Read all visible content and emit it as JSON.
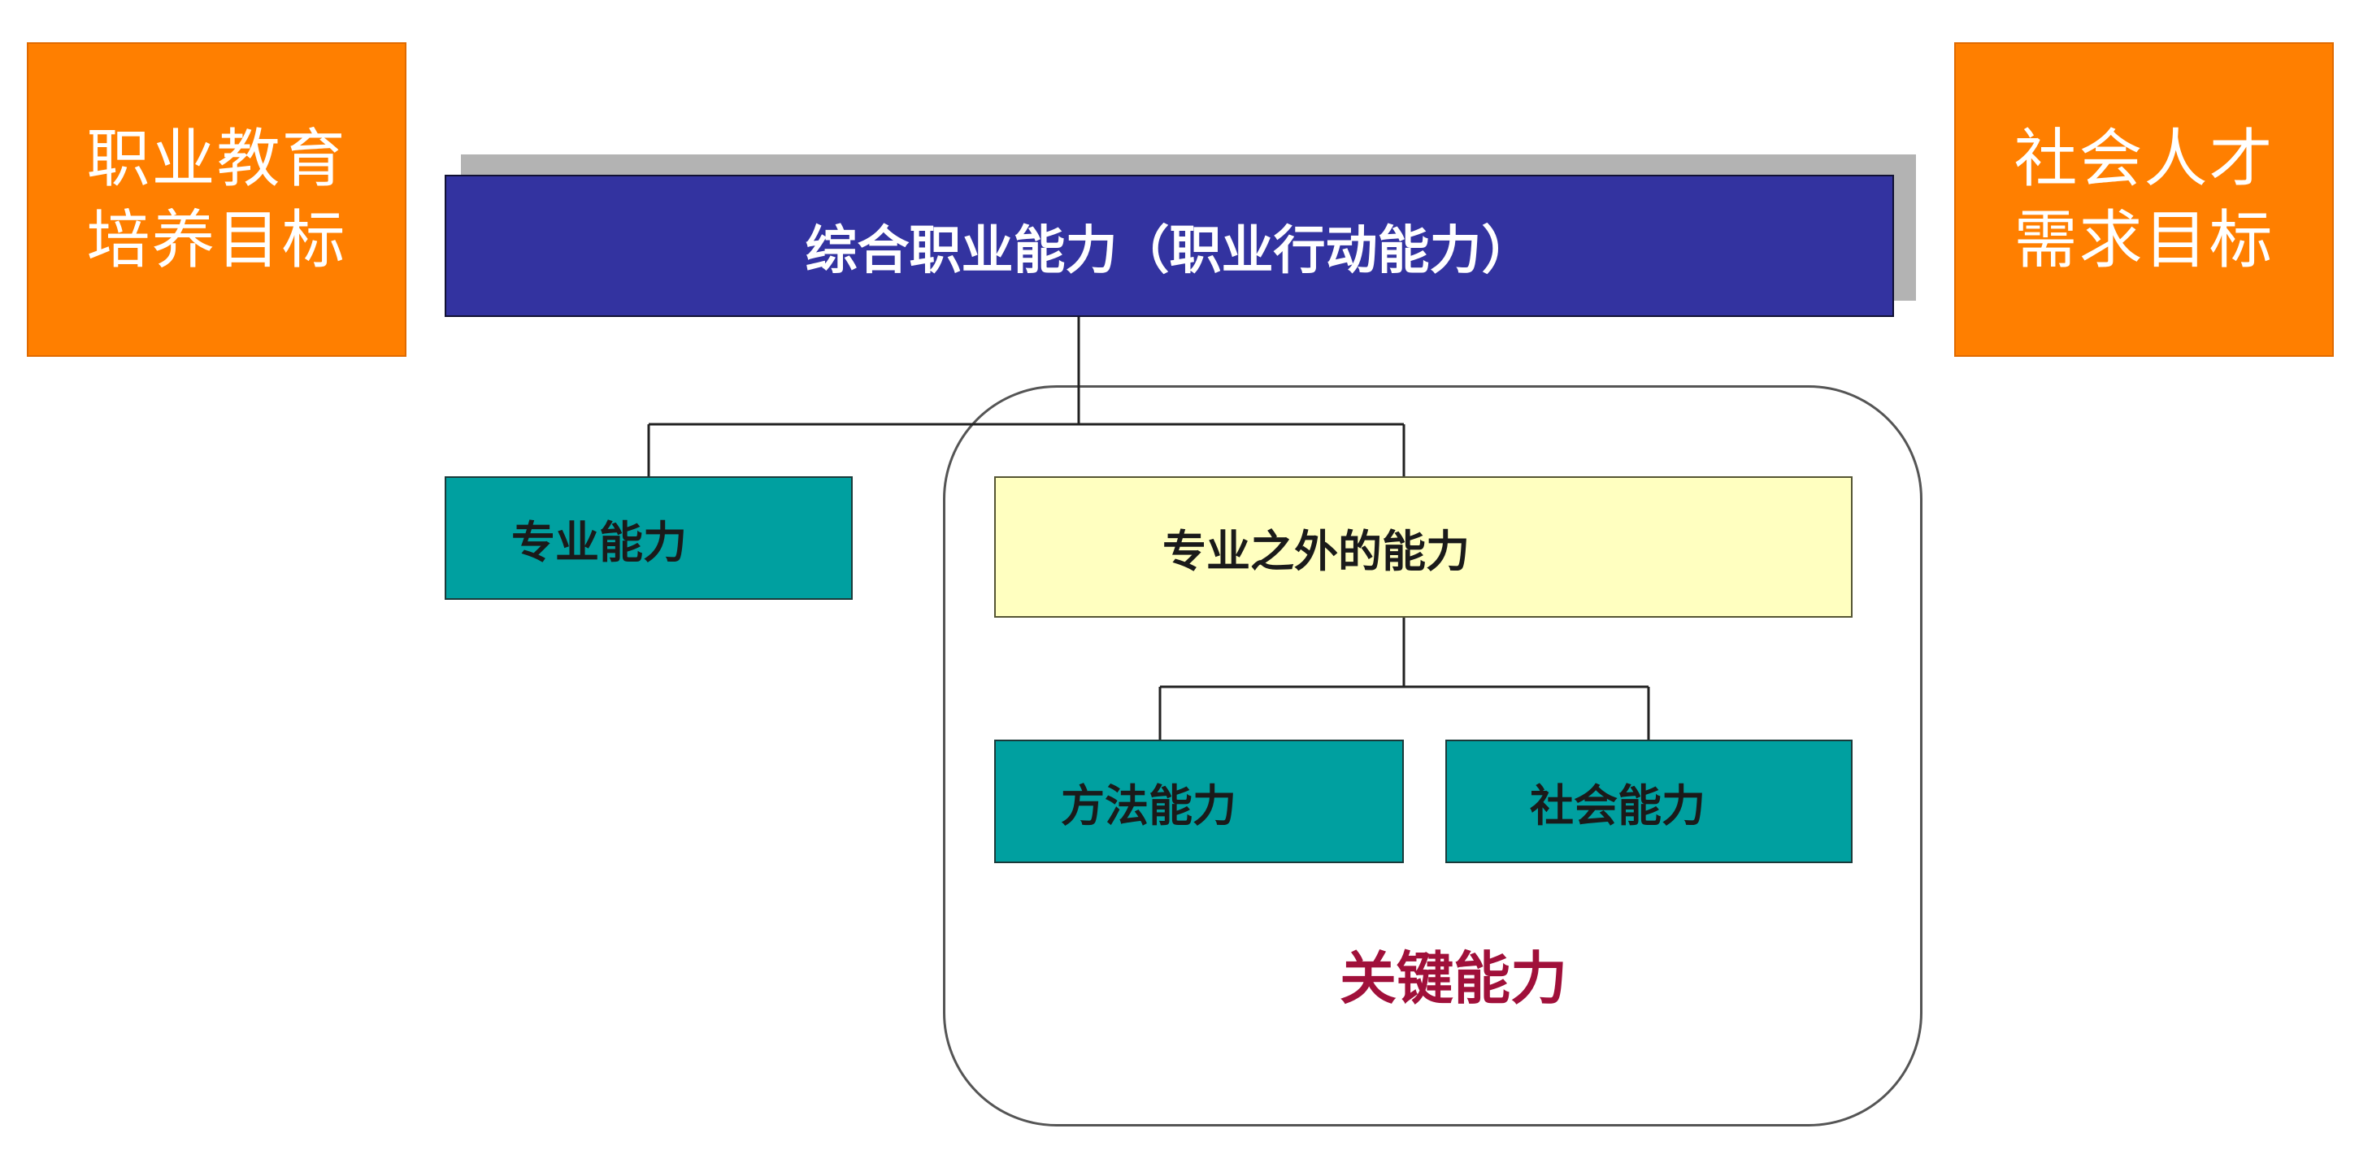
{
  "left_box": {
    "line1": "职业教育",
    "line2": "培养目标"
  },
  "right_box": {
    "line1": "社会人才",
    "line2": "需求目标"
  },
  "top_banner": {
    "label": "综合职业能力（职业行动能力）"
  },
  "professional_ability": {
    "label": "专业能力"
  },
  "beyond_professional": {
    "label": "专业之外的能力"
  },
  "method_ability": {
    "label": "方法能力"
  },
  "social_ability": {
    "label": "社会能力"
  },
  "key_ability": {
    "label": "关键能力"
  },
  "colors": {
    "orange": "#ff7f00",
    "banner_blue": "#3333a0",
    "teal": "#00a0a0",
    "pale_yellow": "#ffffc0",
    "key_red": "#a0103a"
  }
}
